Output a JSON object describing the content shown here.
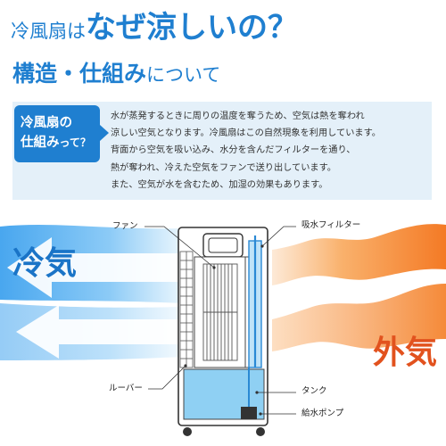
{
  "header": {
    "title_part1": "冷風扇は",
    "title_part2": "なぜ涼しいの？",
    "subtitle_part1": "構造・仕組み",
    "subtitle_part2": "について"
  },
  "info": {
    "badge_line1": "冷風扇の",
    "badge_line2": "仕組み",
    "badge_line2_small": "って？",
    "lines": [
      "水が蒸発するときに周りの温度を奪うため、空気は熱を奪われ",
      "涼しい空気となります。冷風扇はこの自然現象を利用しています。",
      "背面から空気を吸い込み、水分を含んだフィルターを通り、",
      "熱が奪われ、冷えた空気をファンで送り出しています。",
      "また、空気が水を含むため、加湿の効果もあります。"
    ]
  },
  "diagram": {
    "cold_label": "冷気",
    "outside_label": "外気",
    "labels": {
      "fan": "ファン",
      "filter": "吸水フィルター",
      "louver": "ルーバー",
      "tank": "タンク",
      "pump": "給水ポンプ"
    }
  },
  "colors": {
    "accent": "#1f7fd0",
    "cold": "#4aa8ee",
    "warm": "#f5873a",
    "outside_text": "#e2521e",
    "cold_text": "#1a74c7",
    "tank_water": "#8fd0f3"
  }
}
